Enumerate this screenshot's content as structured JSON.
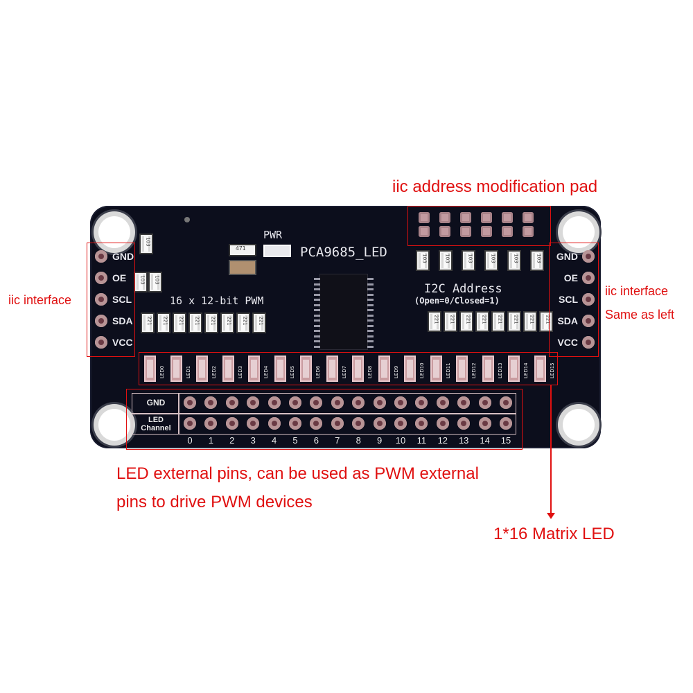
{
  "annotations": {
    "address_pad": "iic address modification pad",
    "iic_left": "iic interface",
    "iic_right_line1": "iic interface",
    "iic_right_line2": "Same as left",
    "led_pins_line1": "LED external pins, can be used as PWM external",
    "led_pins_line2": "pins to drive PWM devices",
    "matrix_led": "1*16 Matrix LED"
  },
  "board": {
    "pwr_label": "PWR",
    "model_label": "PCA9685_LED",
    "pwm_label": "16 x 12-bit PWM",
    "addr_title": "I2C Address",
    "addr_subtitle": "(Open=0/Closed=1)",
    "left_pins": [
      "GND",
      "OE",
      "SCL",
      "SDA",
      "VCC"
    ],
    "right_pins": [
      "GND",
      "OE",
      "SCL",
      "SDA",
      "VCC"
    ],
    "resistor_small": "103",
    "resistor_led": "221",
    "resistor_cap": "471",
    "led_labels": [
      "LED0",
      "LED1",
      "LED2",
      "LED3",
      "LED4",
      "LED5",
      "LED6",
      "LED7",
      "LED8",
      "LED9",
      "LED10",
      "LED11",
      "LED12",
      "LED13",
      "LED14",
      "LED15"
    ],
    "header_gnd": "GND",
    "header_led_line1": "LED",
    "header_led_line2": "Channel",
    "channels": [
      "0",
      "1",
      "2",
      "3",
      "4",
      "5",
      "6",
      "7",
      "8",
      "9",
      "10",
      "11",
      "12",
      "13",
      "14",
      "15"
    ]
  },
  "colors": {
    "annotation": "#e01010",
    "pcb": "#0c0e1c",
    "pad": "#c9a6a8"
  }
}
